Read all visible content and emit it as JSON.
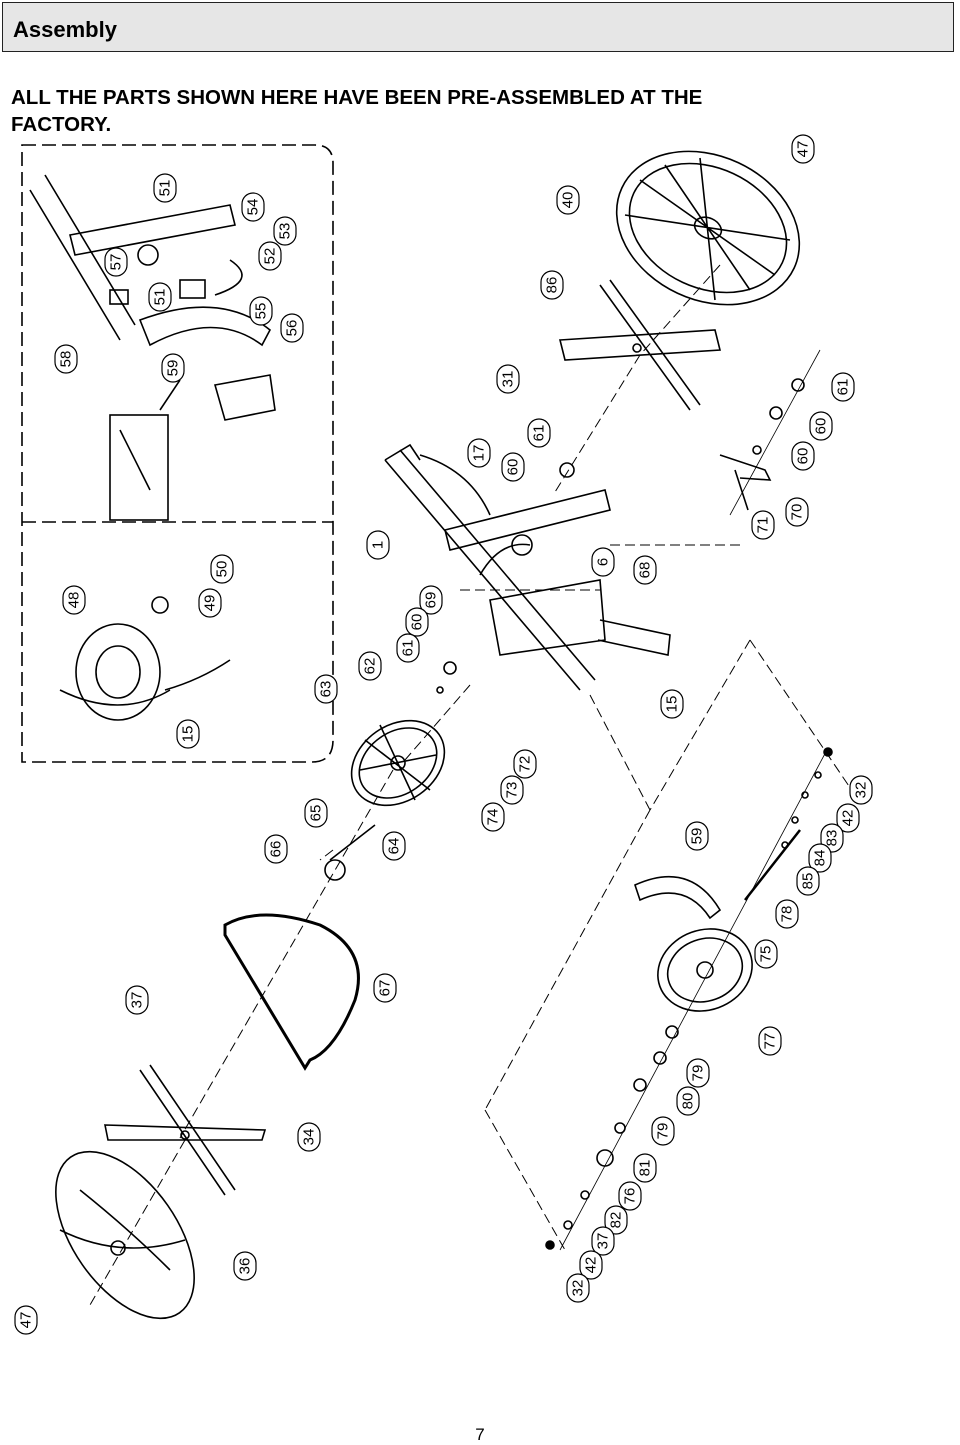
{
  "header": {
    "title": "Assembly"
  },
  "notice": {
    "text": "ALL THE PARTS SHOWN HERE HAVE BEEN PRE-ASSEMBLED AT THE FACTORY."
  },
  "diagram": {
    "callouts": [
      "51",
      "54",
      "53",
      "52",
      "57",
      "51",
      "55",
      "56",
      "58",
      "59",
      "47",
      "40",
      "86",
      "31",
      "61",
      "17",
      "60",
      "1",
      "6",
      "68",
      "69",
      "60",
      "61",
      "62",
      "63",
      "50",
      "49",
      "48",
      "15",
      "15",
      "72",
      "73",
      "74",
      "65",
      "66",
      "64",
      "67",
      "37",
      "34",
      "36",
      "47",
      "61",
      "60",
      "60",
      "70",
      "71",
      "32",
      "42",
      "83",
      "84",
      "85",
      "59",
      "78",
      "75",
      "77",
      "79",
      "80",
      "79",
      "81",
      "76",
      "82",
      "37",
      "42",
      "32"
    ]
  },
  "footer": {
    "page_number": "7"
  }
}
